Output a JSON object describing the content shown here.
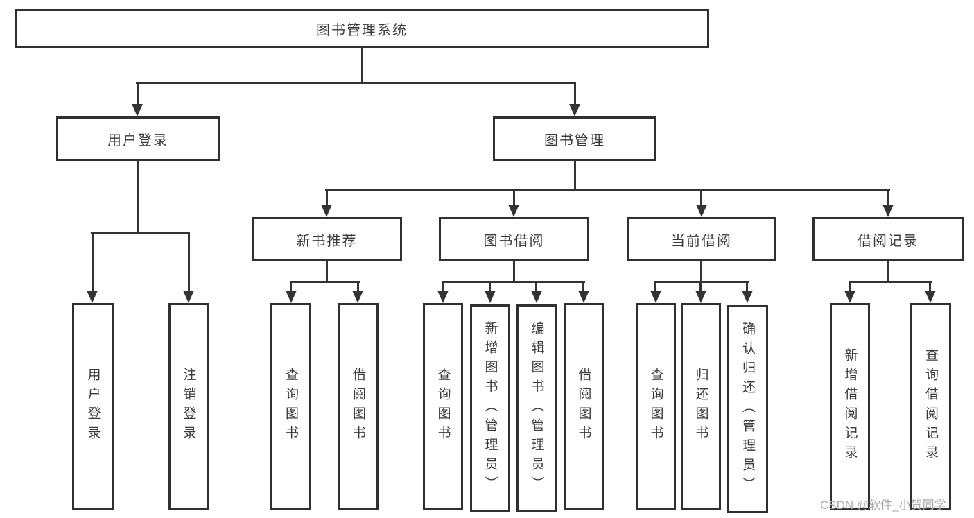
{
  "diagram": {
    "root": {
      "label": "图书管理系统"
    },
    "branches": [
      {
        "label": "用户登录",
        "children": [
          {
            "label": "用户登录"
          },
          {
            "label": "注销登录"
          }
        ]
      },
      {
        "label": "图书管理",
        "children": [
          {
            "label": "新书推荐",
            "children": [
              {
                "label": "查询图书"
              },
              {
                "label": "借阅图书"
              }
            ]
          },
          {
            "label": "图书借阅",
            "children": [
              {
                "label": "查询图书"
              },
              {
                "label": "新增图书（管理员）"
              },
              {
                "label": "编辑图书（管理员）"
              },
              {
                "label": "借阅图书"
              }
            ]
          },
          {
            "label": "当前借阅",
            "children": [
              {
                "label": "查询图书"
              },
              {
                "label": "归还图书"
              },
              {
                "label": "确认归还（管理员）"
              }
            ]
          },
          {
            "label": "借阅记录",
            "children": [
              {
                "label": "新增借阅记录"
              },
              {
                "label": "查询借阅记录"
              }
            ]
          }
        ]
      }
    ]
  },
  "watermark": {
    "text": "CSDN @软件_小贺同学"
  },
  "colors": {
    "line": "#333333",
    "box_border": "#303030",
    "text": "#3a3a3a",
    "watermark": "#ababab",
    "background": "#ffffff"
  }
}
